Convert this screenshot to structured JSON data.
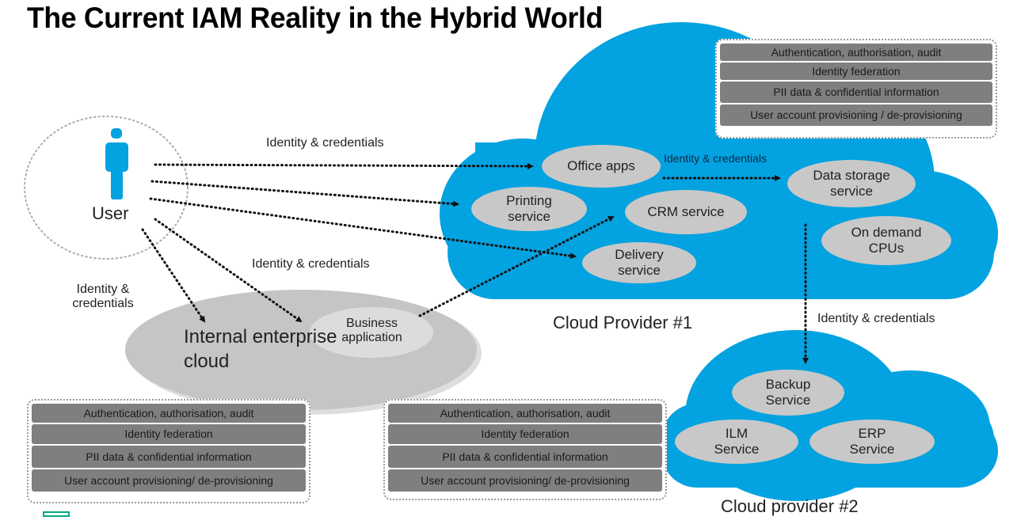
{
  "title": "The Current IAM Reality in the Hybrid World",
  "colors": {
    "cloud_blue": "#03a2e0",
    "service_gray": "#c8c8c8",
    "enterprise_gray": "#c5c5c5",
    "row_gray": "#7f7f7f",
    "accent_green": "#01a982"
  },
  "user": {
    "label": "User",
    "icon": "person-icon"
  },
  "flows": {
    "user_to_cloud1": "Identity & credentials",
    "user_to_business_app": "Identity & credentials",
    "user_to_enterprise": "Identity & credentials",
    "office_to_storage": "Identity & credentials",
    "cloud1_to_cloud2": "Identity & credentials"
  },
  "cloud1": {
    "label": "Cloud Provider #1",
    "services": {
      "office": "Office apps",
      "printing": "Printing service",
      "crm": "CRM service",
      "delivery": "Delivery service",
      "storage": "Data storage service",
      "cpus": "On demand CPUs"
    },
    "iam_box": [
      "Authentication, authorisation, audit",
      "Identity federation",
      "PII data & confidential information",
      "User account provisioning / de-provisioning"
    ]
  },
  "enterprise": {
    "label": "Internal enterprise cloud",
    "business_app": "Business application",
    "iam_box": [
      "Authentication, authorisation, audit",
      "Identity federation",
      "PII data & confidential information",
      "User account provisioning/ de-provisioning"
    ]
  },
  "middle_iam_box": [
    "Authentication, authorisation, audit",
    "Identity federation",
    "PII data & confidential information",
    "User account provisioning/ de-provisioning"
  ],
  "cloud2": {
    "label": "Cloud provider #2",
    "services": {
      "backup": "Backup Service",
      "ilm": "ILM Service",
      "erp": "ERP Service"
    }
  }
}
